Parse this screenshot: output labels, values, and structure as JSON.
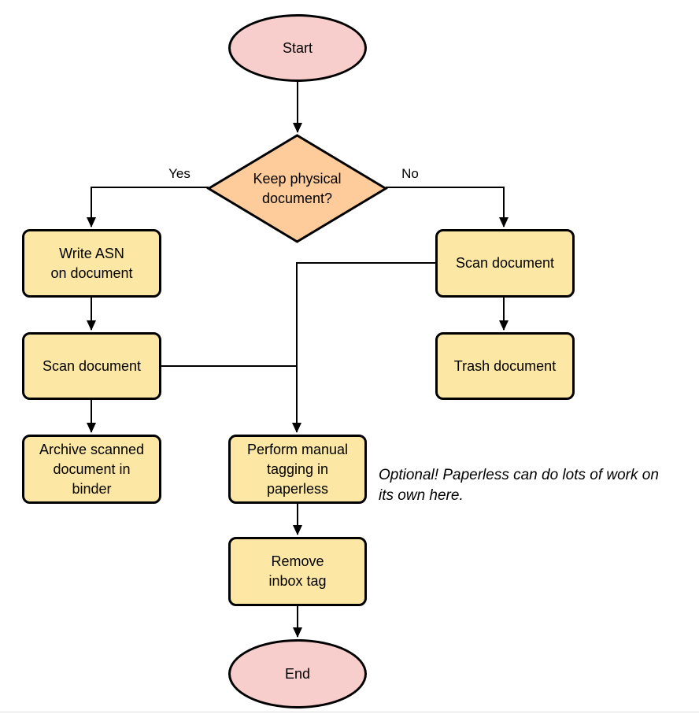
{
  "colors": {
    "terminal_fill": "#F8CECC",
    "decision_fill": "#FECC9B",
    "process_fill": "#FCE8A4",
    "stroke": "#000000"
  },
  "nodes": {
    "start": {
      "label": "Start"
    },
    "decision": {
      "label": "Keep physical\ndocument?"
    },
    "write_asn": {
      "label": "Write ASN\non document"
    },
    "scan_left": {
      "label": "Scan document"
    },
    "archive": {
      "label": "Archive scanned\ndocument in\nbinder"
    },
    "scan_right": {
      "label": "Scan document"
    },
    "trash": {
      "label": "Trash document"
    },
    "tagging": {
      "label": "Perform manual\ntagging in\npaperless"
    },
    "remove_inbox": {
      "label": "Remove\ninbox tag"
    },
    "end": {
      "label": "End"
    }
  },
  "edges": {
    "yes_label": "Yes",
    "no_label": "No"
  },
  "annotation": {
    "text": "Optional! Paperless can do lots of work on\nits own here."
  }
}
